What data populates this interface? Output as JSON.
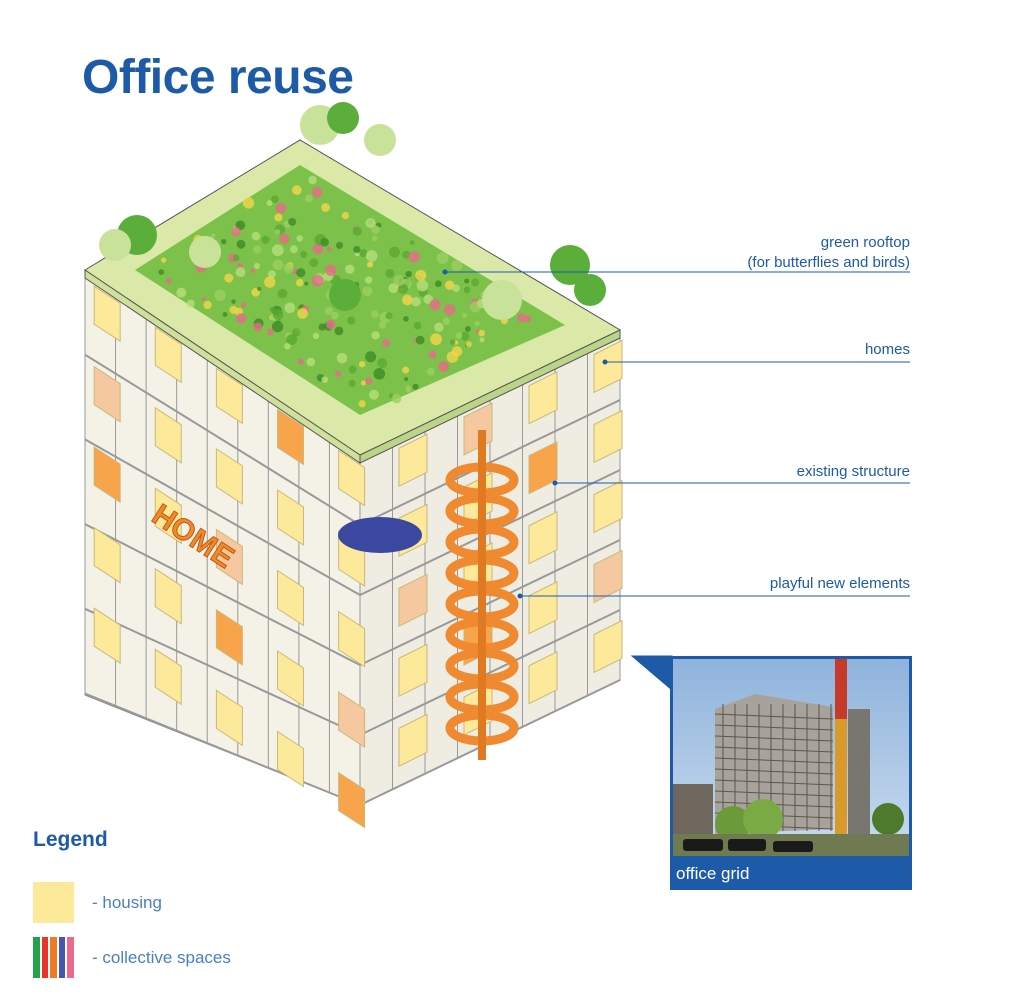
{
  "title": "Office reuse",
  "callouts": {
    "green_rooftop": [
      "green rooftop",
      "(for butterflies and birds)"
    ],
    "homes": "homes",
    "existing_structure": "existing structure",
    "playful_elements": "playful new elements"
  },
  "building_sign": "HOME",
  "photo": {
    "caption": "office grid"
  },
  "legend": {
    "title": "Legend",
    "items": [
      {
        "label": "- housing",
        "color": "#fde99a"
      },
      {
        "label": "- collective spaces",
        "colors": [
          "#22a24a",
          "#e8342b",
          "#f07a22",
          "#4656a8",
          "#ec6a8e"
        ]
      }
    ]
  },
  "colors": {
    "accent": "#1d5ba8",
    "roof": "#7cc24a",
    "stair": "#f08a30"
  }
}
